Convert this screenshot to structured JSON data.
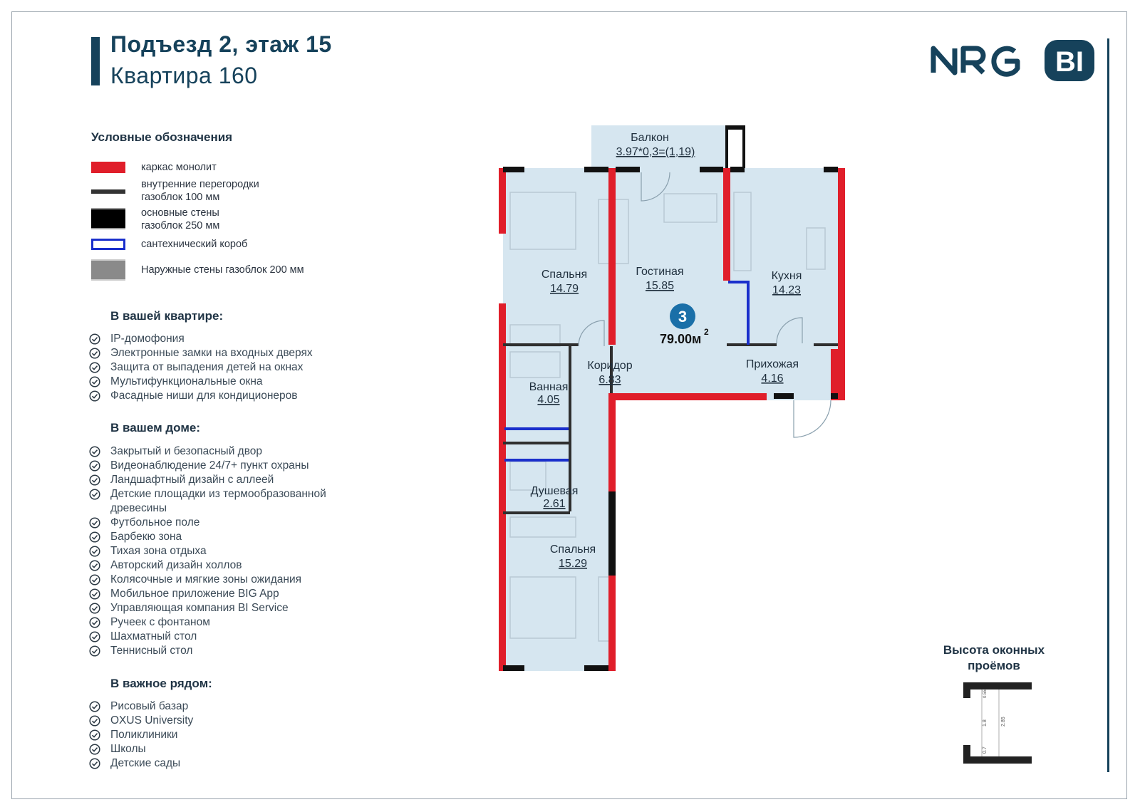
{
  "header": {
    "title": "Подъезд 2, этаж 15",
    "subtitle": "Квартира 160"
  },
  "brand": {
    "logo_text": "NRG BI",
    "color": "#16425b"
  },
  "legend": {
    "title": "Условные обозначения",
    "items": [
      {
        "label": "каркас монолит",
        "color": "#e01e2a"
      },
      {
        "label": "внутренние перегородки газоблок 100 мм",
        "line1": "внутренние перегородки",
        "line2": "газоблок 100 мм",
        "color": "#333333"
      },
      {
        "label": "основные стены газоблок 250 мм",
        "line1": "основные стены",
        "line2": "газоблок 250 мм",
        "color": "#000000"
      },
      {
        "label": "сантехнический короб",
        "color": "#1a2fcc"
      },
      {
        "label": "Наружные стены газоблок 200 мм",
        "color": "#8a8a8a"
      }
    ]
  },
  "sections": [
    {
      "title": "В вашей квартире:",
      "items": [
        "IP-домофония",
        "Электронные замки на входных дверях",
        "Защита от выпадения детей на окнах",
        "Мультифункциональные окна",
        "Фасадные ниши для кондиционеров"
      ]
    },
    {
      "title": "В вашем доме:",
      "items": [
        "Закрытый и безопасный двор",
        "Видеонаблюдение 24/7+ пункт охраны",
        "Ландшафтный дизайн с аллеей",
        "Детские площадки из термообразованной древесины",
        "Футбольное поле",
        "Барбекю зона",
        "Тихая зона отдыха",
        "Авторский дизайн холлов",
        "Колясочные и мягкие зоны ожидания",
        "Мобильное приложение BIG App",
        "Управляющая компания BI Service",
        "Ручеек с фонтаном",
        "Шахматный стол",
        "Теннисный стол"
      ]
    },
    {
      "title": "В важное рядом:",
      "items": [
        "Рисовый базар",
        "OXUS University",
        "Поликлиники",
        "Школы",
        "Детские сады"
      ]
    }
  ],
  "plan": {
    "rooms_count": "3",
    "total_area": "79.00м",
    "total_area_sup": "2",
    "rooms": [
      {
        "name": "Балкон",
        "area": "3.97*0,3=(1,19)"
      },
      {
        "name": "Спальня",
        "area": "14.79"
      },
      {
        "name": "Гостиная",
        "area": "15.85"
      },
      {
        "name": "Кухня",
        "area": "14.23"
      },
      {
        "name": "Коридор",
        "area": "6.83"
      },
      {
        "name": "Прихожая",
        "area": "4.16"
      },
      {
        "name": "Ванная",
        "area": "4.05"
      },
      {
        "name": "Душевая",
        "area": "2.61"
      },
      {
        "name": "Спальня",
        "area": "15.29"
      }
    ]
  },
  "window_heights": {
    "title_line1": "Высота оконных",
    "title_line2": "проёмов",
    "dims": [
      "0.55",
      "1.8",
      "0.7",
      "2.85"
    ]
  }
}
